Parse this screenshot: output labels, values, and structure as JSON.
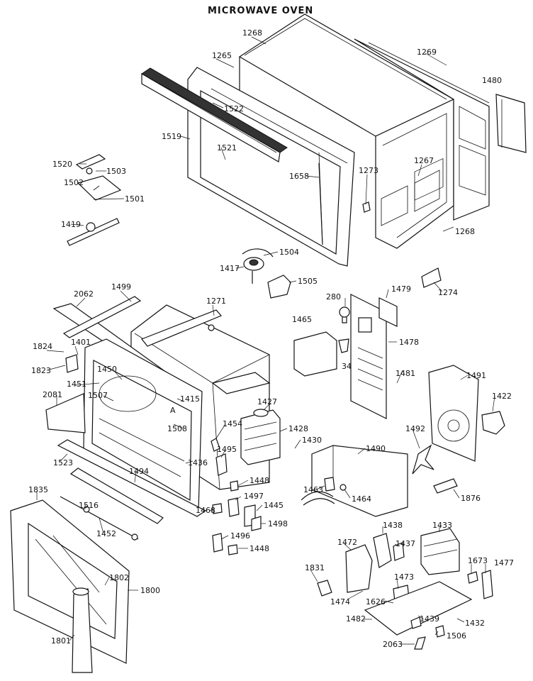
{
  "title": "MICROWAVE OVEN",
  "labels": [
    {
      "id": "1268a",
      "text": "1268"
    },
    {
      "id": "1265",
      "text": "1265"
    },
    {
      "id": "1269",
      "text": "1269"
    },
    {
      "id": "1522",
      "text": "1522"
    },
    {
      "id": "1480",
      "text": "1480"
    },
    {
      "id": "1519",
      "text": "1519"
    },
    {
      "id": "1521",
      "text": "1521"
    },
    {
      "id": "1520",
      "text": "1520"
    },
    {
      "id": "1503",
      "text": "1503"
    },
    {
      "id": "1502",
      "text": "1502"
    },
    {
      "id": "1501",
      "text": "1501"
    },
    {
      "id": "1419",
      "text": "1419"
    },
    {
      "id": "1658",
      "text": "1658"
    },
    {
      "id": "1273",
      "text": "1273"
    },
    {
      "id": "1267",
      "text": "1267"
    },
    {
      "id": "1268b",
      "text": "1268"
    },
    {
      "id": "1504",
      "text": "1504"
    },
    {
      "id": "1417",
      "text": "1417"
    },
    {
      "id": "1505",
      "text": "1505"
    },
    {
      "id": "1274",
      "text": "1274"
    },
    {
      "id": "2062",
      "text": "2062"
    },
    {
      "id": "1499",
      "text": "1499"
    },
    {
      "id": "1271",
      "text": "1271"
    },
    {
      "id": "280",
      "text": "280"
    },
    {
      "id": "1479",
      "text": "1479"
    },
    {
      "id": "1465",
      "text": "1465"
    },
    {
      "id": "1478",
      "text": "1478"
    },
    {
      "id": "1824",
      "text": "1824"
    },
    {
      "id": "1401",
      "text": "1401"
    },
    {
      "id": "1823",
      "text": "1823"
    },
    {
      "id": "1450",
      "text": "1450"
    },
    {
      "id": "1451",
      "text": "1451"
    },
    {
      "id": "34",
      "text": "34"
    },
    {
      "id": "1481",
      "text": "1481"
    },
    {
      "id": "1491",
      "text": "1491"
    },
    {
      "id": "2081",
      "text": "2081"
    },
    {
      "id": "1507",
      "text": "1507"
    },
    {
      "id": "1415",
      "text": "1415"
    },
    {
      "id": "1427",
      "text": "1427"
    },
    {
      "id": "1422",
      "text": "1422"
    },
    {
      "id": "1508",
      "text": "1508"
    },
    {
      "id": "1454",
      "text": "1454"
    },
    {
      "id": "1428",
      "text": "1428"
    },
    {
      "id": "1430",
      "text": "1430"
    },
    {
      "id": "1492",
      "text": "1492"
    },
    {
      "id": "1523",
      "text": "1523"
    },
    {
      "id": "1436",
      "text": "1436"
    },
    {
      "id": "1495",
      "text": "1495"
    },
    {
      "id": "1490",
      "text": "1490"
    },
    {
      "id": "1494",
      "text": "1494"
    },
    {
      "id": "1448a",
      "text": "1448"
    },
    {
      "id": "1835",
      "text": "1835"
    },
    {
      "id": "1497",
      "text": "1497"
    },
    {
      "id": "1463",
      "text": "1463"
    },
    {
      "id": "1464",
      "text": "1464"
    },
    {
      "id": "1876",
      "text": "1876"
    },
    {
      "id": "1516",
      "text": "1516"
    },
    {
      "id": "1445",
      "text": "1445"
    },
    {
      "id": "1468",
      "text": "1468"
    },
    {
      "id": "1498",
      "text": "1498"
    },
    {
      "id": "1452",
      "text": "1452"
    },
    {
      "id": "1496",
      "text": "1496"
    },
    {
      "id": "1438",
      "text": "1438"
    },
    {
      "id": "1433",
      "text": "1433"
    },
    {
      "id": "1448b",
      "text": "1448"
    },
    {
      "id": "1472",
      "text": "1472"
    },
    {
      "id": "1437",
      "text": "1437"
    },
    {
      "id": "1802",
      "text": "1802"
    },
    {
      "id": "1800",
      "text": "1800"
    },
    {
      "id": "1673",
      "text": "1673"
    },
    {
      "id": "1477",
      "text": "1477"
    },
    {
      "id": "1831",
      "text": "1831"
    },
    {
      "id": "1473",
      "text": "1473"
    },
    {
      "id": "1474",
      "text": "1474"
    },
    {
      "id": "1626",
      "text": "1626"
    },
    {
      "id": "1482",
      "text": "1482"
    },
    {
      "id": "1439",
      "text": "1439"
    },
    {
      "id": "1432",
      "text": "1432"
    },
    {
      "id": "1801",
      "text": "1801"
    },
    {
      "id": "1506",
      "text": "1506"
    },
    {
      "id": "2063",
      "text": "2063"
    },
    {
      "id": "mark-a",
      "text": "A"
    }
  ]
}
